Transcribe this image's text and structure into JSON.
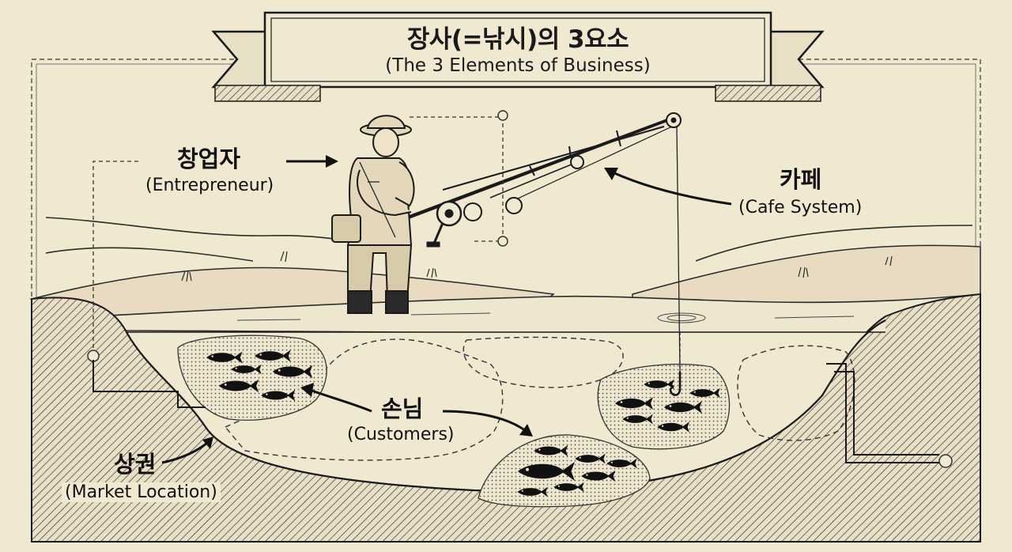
{
  "title": {
    "korean": "장사(=낚시)의 3요소",
    "english": "(The 3 Elements of Business)"
  },
  "labels": {
    "entrepreneur": {
      "korean": "창업자",
      "english": "(Entrepreneur)"
    },
    "cafe_system": {
      "korean": "카페",
      "english": "(Cafe System)"
    },
    "customers": {
      "korean": "손님",
      "english": "(Customers)"
    },
    "market_location": {
      "korean": "상권",
      "english": "(Market Location)"
    }
  },
  "colors": {
    "paper": "#f1e8d2",
    "ink": "#1a1a1a",
    "shade": "#c9bda3"
  }
}
